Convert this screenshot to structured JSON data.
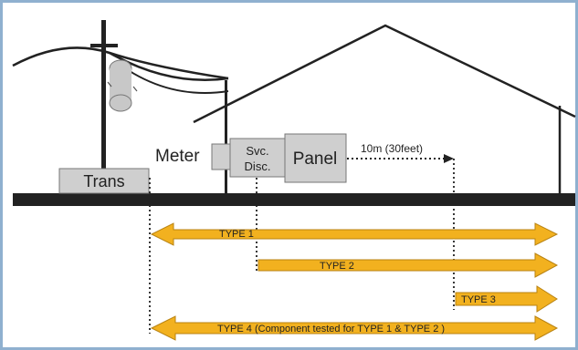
{
  "labels": {
    "trans": "Trans",
    "meter": "Meter",
    "svc_line1": "Svc.",
    "svc_line2": "Disc.",
    "panel": "Panel",
    "distance": "10m (30feet)"
  },
  "arrows": [
    {
      "id": "type1",
      "label": "TYPE 1"
    },
    {
      "id": "type2",
      "label": "TYPE 2"
    },
    {
      "id": "type3",
      "label": "TYPE 3"
    },
    {
      "id": "type4",
      "label": "TYPE 4 (Component tested for TYPE 1 & TYPE 2 )"
    }
  ],
  "colors": {
    "frame": "#8fb0cf",
    "arrow_fill": "#f2b11f",
    "arrow_stroke": "#b88212",
    "box_fill": "#cfcfcf",
    "ground": "#222222",
    "line": "#222222"
  }
}
